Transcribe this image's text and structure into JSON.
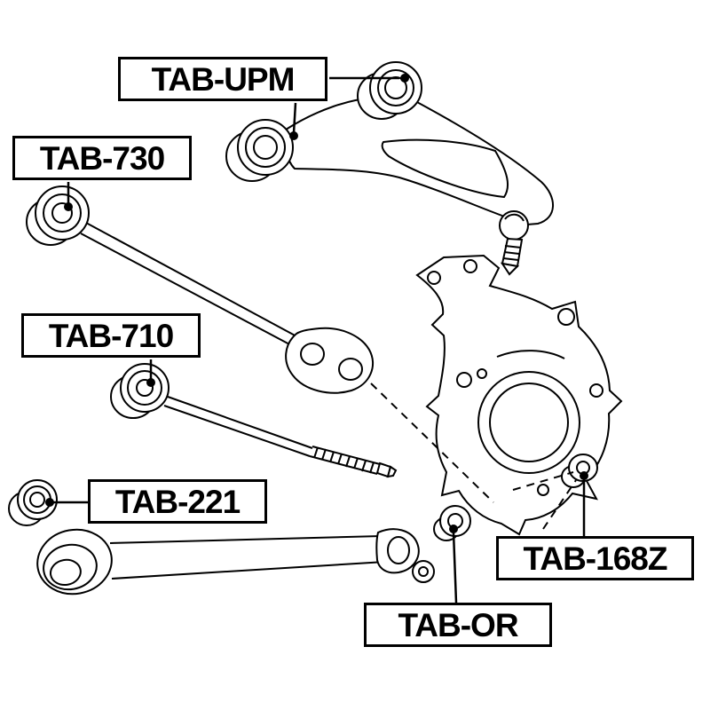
{
  "diagram": {
    "background_color": "#ffffff",
    "line_color": "#000000",
    "callouts": [
      {
        "id": "tab-upm",
        "label": "TAB-UPM"
      },
      {
        "id": "tab-730",
        "label": "TAB-730"
      },
      {
        "id": "tab-710",
        "label": "TAB-710"
      },
      {
        "id": "tab-221",
        "label": "TAB-221"
      },
      {
        "id": "tab-168z",
        "label": "TAB-168Z"
      },
      {
        "id": "tab-or",
        "label": "TAB-OR"
      }
    ]
  }
}
